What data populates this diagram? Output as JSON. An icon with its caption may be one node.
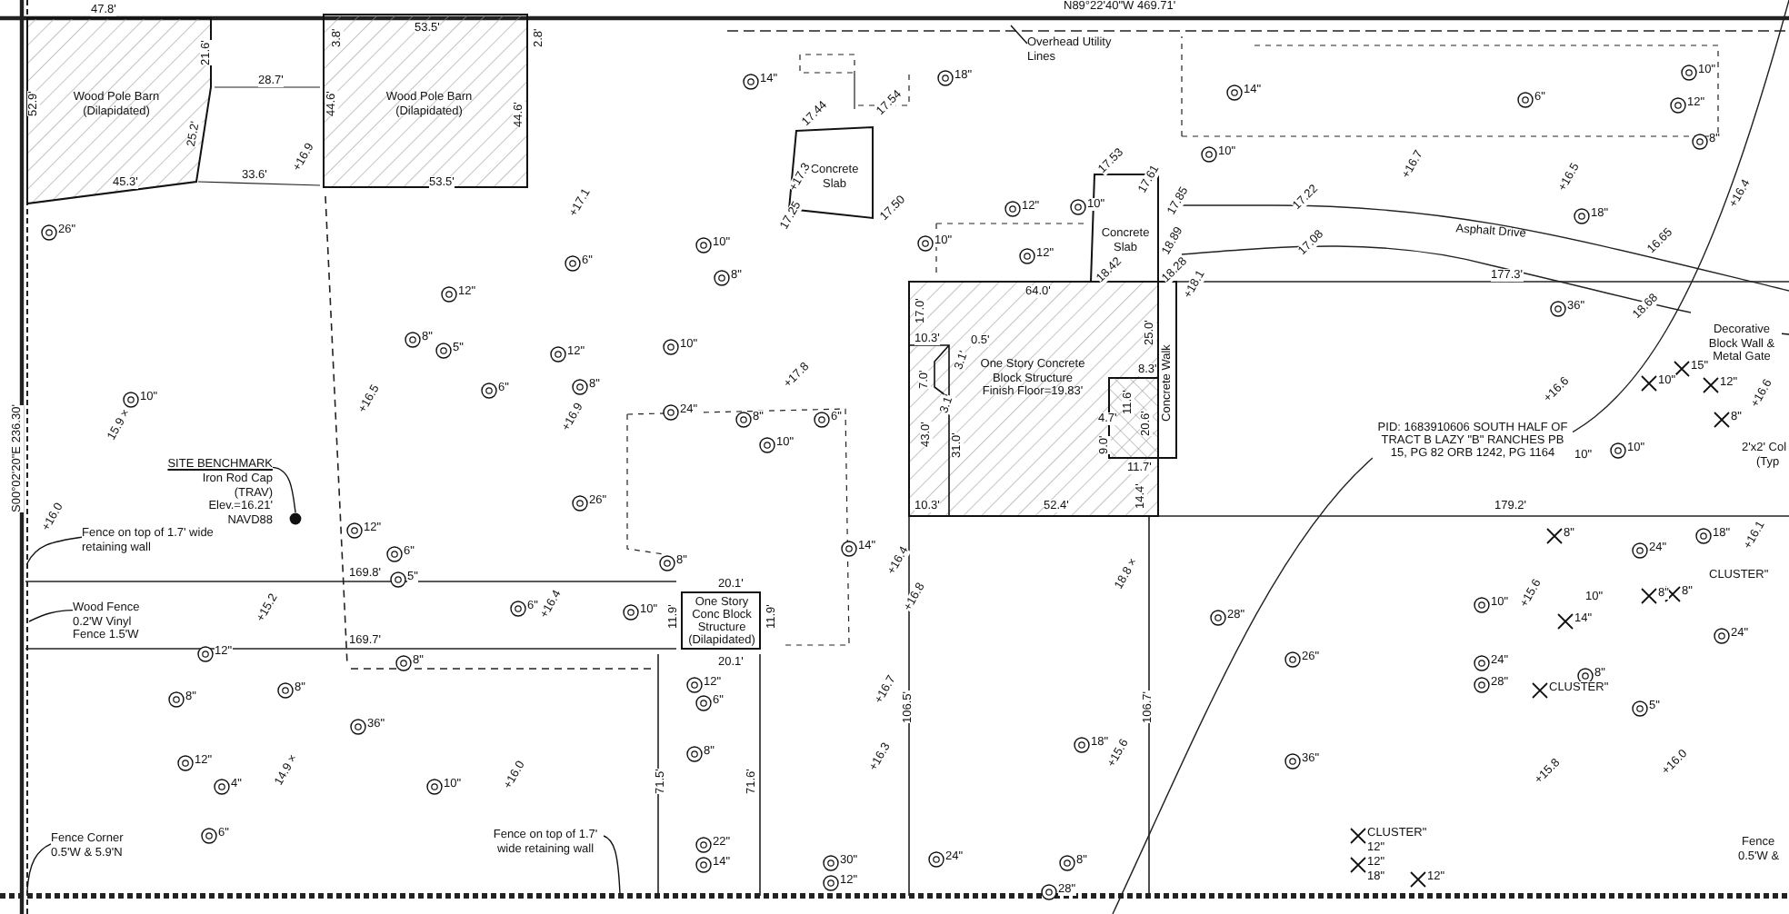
{
  "diagram": {
    "nodes": [
      {
        "text": [
          "Wood Pole Barn (Dilapidated)"
        ]
      },
      {
        "text": [
          "Wood Pole Barn (Dilapidated)"
        ]
      },
      {
        "text": [
          "Concrete Slab"
        ]
      },
      {
        "text": [
          "Concrete Slab"
        ]
      },
      {
        "text": [
          "One Story Concrete Block Structure Finish Floor=19.83'"
        ]
      },
      {
        "text": [
          "Concrete Walk"
        ]
      },
      {
        "text": [
          "Asphalt Drive"
        ]
      },
      {
        "text": [
          "Overhead Utility Lines"
        ]
      },
      {
        "text": [
          "SITE BENCHMARK",
          "Iron Rod Cap (TRAV) Elev.=16.21' NAVD88"
        ]
      },
      {
        "text": [],
        "shape": "circle"
      },
      {
        "text": [
          "Fence on top of 1.7' wide retaining wall"
        ]
      },
      {
        "text": [
          "Wood Fence 0.2'W Vinyl Fence 1.5'W"
        ]
      },
      {
        "text": [
          "One Story Conc Block Structure (Dilapidated)"
        ]
      },
      {
        "text": [
          "Fence Corner 0.5'W & 5.9'N"
        ]
      },
      {
        "text": [
          "Fence on top of 1.7' wide retaining wall"
        ]
      },
      {
        "text": [
          "Decorative Block Wall & Metal Gate"
        ]
      }
    ],
    "edges": [
      {
        "from": 7,
        "to": null,
        "arrow": "none"
      },
      {
        "from": 8,
        "to": 9,
        "arrow": "none"
      },
      {
        "from": 10,
        "to": null,
        "arrow": "none"
      },
      {
        "from": 11,
        "to": null,
        "arrow": "none"
      },
      {
        "from": 13,
        "to": null,
        "arrow": "none"
      },
      {
        "from": 14,
        "to": null,
        "arrow": "none"
      },
      {
        "from": 15,
        "to": null,
        "arrow": "none"
      }
    ],
    "labels": [
      "N89°22'40\"W 469.71'",
      "47.8'",
      "53.5'",
      "3.8'",
      "2.8'",
      "21.6'",
      "28.7'",
      "52.9'",
      "44.6'",
      "44.6'",
      "25.2'",
      "45.3'",
      "33.6'",
      "53.5'",
      "+16.9",
      "+17.1",
      "14\"",
      "18\"",
      "17.44",
      "17.54",
      "+17.3",
      "17.25",
      "17.50",
      "26\"",
      "6\"",
      "10\"",
      "8\"",
      "12\"",
      "10\"",
      "12\"",
      "12\"",
      "10\"",
      "17.53",
      "17.61",
      "17.85",
      "18.42",
      "18.89",
      "18.28",
      "+18.1",
      "14\"",
      "10\"",
      "6\"",
      "10\"",
      "12\"",
      "8\"",
      "17.22",
      "17.08",
      "+16.7",
      "+16.5",
      "+16.4",
      "18\"",
      "16.65",
      "177.3'",
      "36\"",
      "64.0'",
      "17.0'",
      "10.3'",
      "0.5'",
      "3.1'",
      "7.0'",
      "3.1'",
      "43.0'",
      "31.0'",
      "25.0'",
      "8.3'",
      "11.6'",
      "4.7'",
      "20.6'",
      "9.0'",
      "11.7'",
      "14.4'",
      "10.3'",
      "52.4'",
      "179.2'",
      "18.68",
      "+16.6",
      "15\"",
      "12\"",
      "+16.6",
      "8\"",
      "10\"",
      "10\"",
      "10\"",
      "2'x2' Col",
      "(Typ",
      "PID: 1683910606 SOUTH HALF OF TRACT B LAZY \"B\" RANCHES PB 15, PG 82 ORB 1242, PG 1164",
      "S00°02'20\"E 236.30'",
      "10\"",
      "15.9 ×",
      "+16.0",
      "+16.5",
      "5\"",
      "8\"",
      "6\"",
      "8\"",
      "12\"",
      "+16.9",
      "10\"",
      "+17.8",
      "24\"",
      "8\"",
      "10\"",
      "6\"",
      "26\"",
      "12\"",
      "6\"",
      "5\"",
      "14\"",
      "+16.4",
      "8\"",
      "169.8'",
      "20.1'",
      "+15.2",
      "+16.4",
      "6\"",
      "11.9'",
      "11.9'",
      "10\"",
      "169.7'",
      "20.1'",
      "+16.8",
      "18.8 ×",
      "28\"",
      "18\"",
      "+15.6",
      "26\"",
      "36\"",
      "10\"",
      "+15.6",
      "14\"",
      "10\"",
      "8\"",
      "+16.1",
      "8\"",
      "24\"",
      "CLUSTER\"",
      "18\"",
      "24\"",
      "8\"",
      "24\"",
      "28\"",
      "8\"",
      "CLUSTER\"",
      "5\"",
      "12\"",
      "8\"",
      "8\"",
      "8\"",
      "36\"",
      "12\"",
      "6\"",
      "8\"",
      "10\"",
      "+16.0",
      "+16.7",
      "106.5'",
      "106.7'",
      "71.5'",
      "71.6'",
      "+16.3",
      "14.9 ×",
      "12\"",
      "4\"",
      "6\"",
      "22\"",
      "14\"",
      "30\"",
      "12\"",
      "24\"",
      "8\"",
      "28\"",
      "+15.8",
      "+16.0",
      "CLUSTER\"",
      "12\"",
      "12\"",
      "18\"",
      "12\"",
      "Fence",
      "0.5'W &"
    ]
  }
}
